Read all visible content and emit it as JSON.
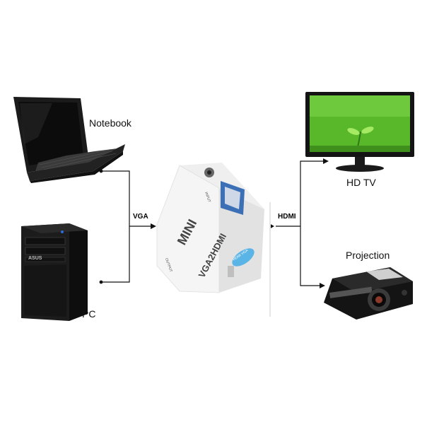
{
  "devices": {
    "notebook": {
      "label": "Notebook"
    },
    "pc": {
      "label": "PC",
      "brand_text": "ASUS"
    },
    "hdtv": {
      "label": "HD TV"
    },
    "projector": {
      "label": "Projection"
    },
    "converter": {
      "brand": "MINI",
      "model": "VGA2HDMI",
      "input_text": "INPUT",
      "output_text": "OUTPUT",
      "badge_text": "HDMI VGA"
    }
  },
  "connections": {
    "input_signal": "VGA",
    "output_signal": "HDMI"
  },
  "colors": {
    "line": "#111111",
    "converter_body": "#f4f4f4",
    "vga_port": "#3b6fb6",
    "badge": "#5ab4e6",
    "screen_green": "#58b82a"
  }
}
